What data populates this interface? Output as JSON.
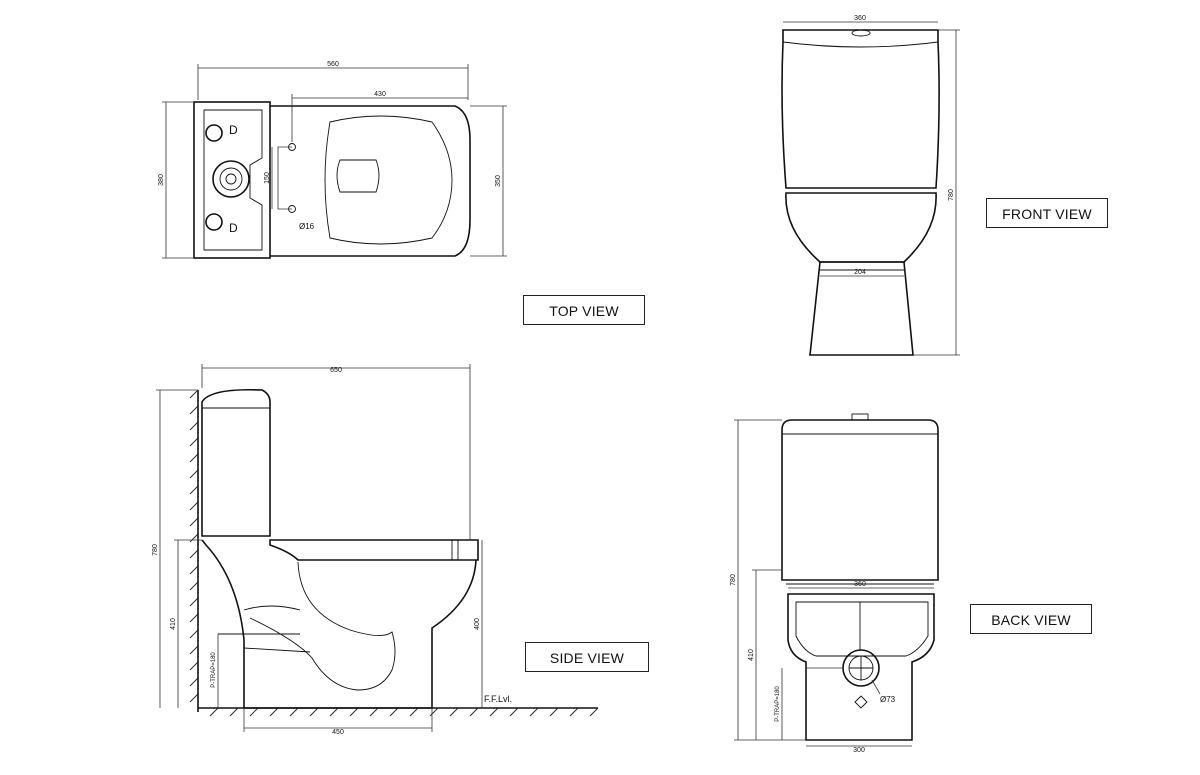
{
  "views": {
    "top": {
      "label": "TOP VIEW",
      "markers": [
        "D",
        "D"
      ],
      "dims": [
        "560",
        "430",
        "380",
        "350",
        "150"
      ],
      "pipe": "Ø16"
    },
    "front": {
      "label": "FRONT VIEW",
      "dims": [
        "360",
        "204",
        "780"
      ]
    },
    "side": {
      "label": "SIDE VIEW",
      "dims": [
        "650",
        "780",
        "410",
        "400",
        "450"
      ],
      "trap": "P-TRAP=180",
      "floor": "F.F.Lvl."
    },
    "back": {
      "label": "BACK VIEW",
      "dims": [
        "360",
        "780",
        "410",
        "300"
      ],
      "trap": "P-TRAP=180",
      "pipe": "Ø73"
    }
  },
  "colors": {
    "line": "#111111",
    "background": "#ffffff"
  }
}
